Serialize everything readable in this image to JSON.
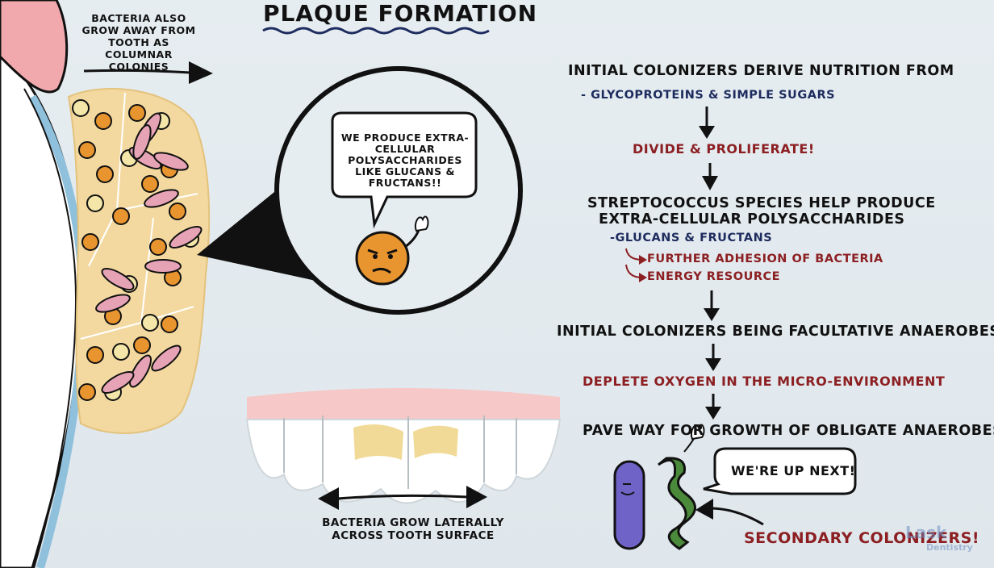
{
  "title": "PLAQUE FORMATION",
  "bacteria_note": "BACTERIA ALSO GROW AWAY FROM TOOTH AS COLUMNAR COLONIES",
  "speech_bubble": "WE PRODUCE EXTRA-CELLULAR POLYSACCHARIDES LIKE GLUCANS & FRUCTANS!!",
  "lateral_note": "BACTERIA GROW LATERALLY ACROSS TOOTH SURFACE",
  "flow": {
    "step1": "INITIAL COLONIZERS DERIVE NUTRITION FROM",
    "step1_sub": "- GLYCOPROTEINS & SIMPLE SUGARS",
    "step2": "DIVIDE & PROLIFERATE!",
    "step3_line1": "STREPTOCOCCUS SPECIES HELP PRODUCE",
    "step3_line2": "EXTRA-CELLULAR POLYSACCHARIDES",
    "step3_sub": "-GLUCANS & FRUCTANS",
    "step3_branch1": "FURTHER ADHESION OF BACTERIA",
    "step3_branch2": "ENERGY RESOURCE",
    "step4": "INITIAL COLONIZERS BEING FACULTATIVE ANAEROBES",
    "step5": "DEPLETE OXYGEN IN THE MICRO-ENVIRONMENT",
    "step6": "PAVE WAY FOR GROWTH OF OBLIGATE ANAEROBES"
  },
  "up_next": "WE'RE UP NEXT!",
  "secondary_label": "SECONDARY COLONIZERS!",
  "logo": {
    "text": "Lask",
    "sub": "Dentistry"
  },
  "colors": {
    "navy": "#1d2b5e",
    "dark_red": "#8c1f22",
    "plaque": "#f3d9a0",
    "gum": "#f1b6b6",
    "bacterium_orange": "#e9952f",
    "enamel_blue": "#8fc0dc"
  }
}
